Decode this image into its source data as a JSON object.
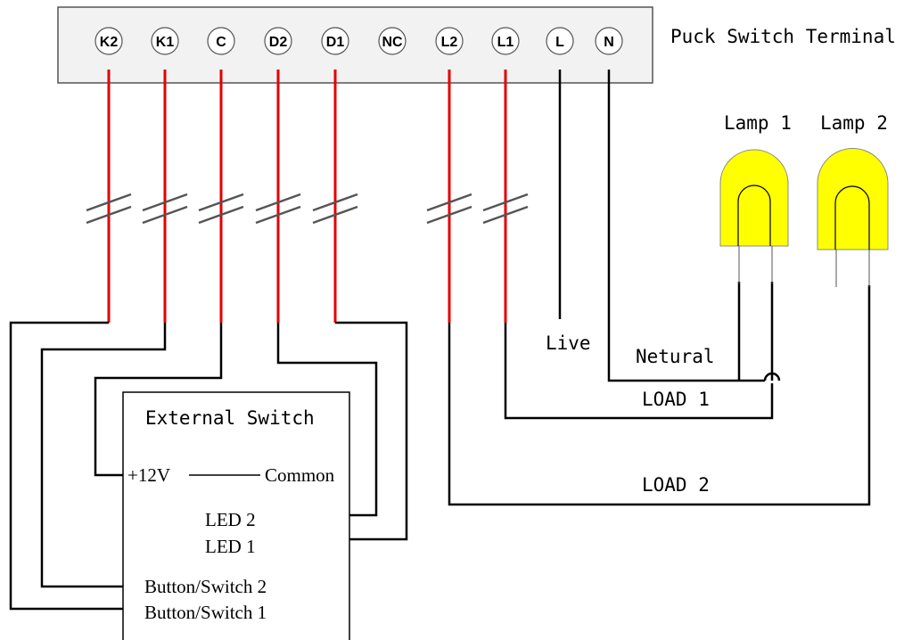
{
  "terminal_block": {
    "title": "Puck Switch Terminal",
    "terminals": [
      "K2",
      "K1",
      "C",
      "D2",
      "D1",
      "NC",
      "L2",
      "L1",
      "L",
      "N"
    ]
  },
  "lamps": [
    {
      "label": "Lamp 1"
    },
    {
      "label": "Lamp 2"
    }
  ],
  "wire_labels": {
    "live": "Live",
    "neutral": "Netural",
    "load1": "LOAD 1",
    "load2": "LOAD 2"
  },
  "external_switch": {
    "title": "External Switch",
    "plus12v": "+12V",
    "common": "Common",
    "led2": "LED 2",
    "led1": "LED 1",
    "button2": "Button/Switch 2",
    "button1": "Button/Switch 1"
  },
  "colors": {
    "signal_wire": "#e30000",
    "wire": "#000000",
    "lamp_fill": "#ffff00",
    "terminal_block_fill": "#f2f2f2"
  }
}
